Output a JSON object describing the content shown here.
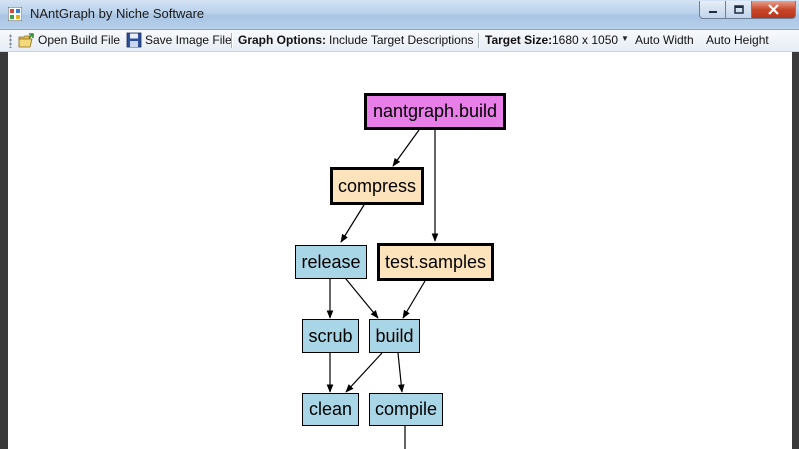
{
  "window": {
    "title": "NAntGraph by Niche Software"
  },
  "toolbar": {
    "open_label": "Open Build File",
    "save_label": "Save Image File",
    "graph_options_label": "Graph Options:",
    "include_desc_label": "Include Target Descriptions",
    "target_size_label": "Target Size:",
    "target_size_value": "1680 x 1050",
    "auto_width_label": "Auto Width",
    "auto_height_label": "Auto Height"
  },
  "graph": {
    "nodes": {
      "root": "nantgraph.build",
      "compress": "compress",
      "release": "release",
      "test_samples": "test.samples",
      "scrub": "scrub",
      "build": "build",
      "clean": "clean",
      "compile": "compile"
    },
    "colors": {
      "root": "#e87ee8",
      "highlight": "#fde3bc",
      "normal": "#a9d6e6"
    }
  }
}
